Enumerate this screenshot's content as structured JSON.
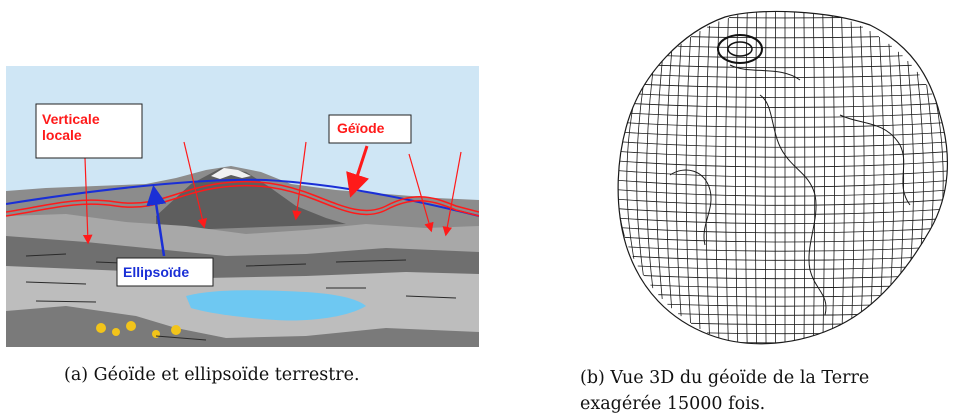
{
  "figure_a": {
    "labels": {
      "verticale_line1": "Verticale",
      "verticale_line2": "locale",
      "geoide": "Géïode",
      "ellipsoide": "Ellipsoïde"
    },
    "caption": "(a) Géoïde et ellipsoïde terrestre.",
    "colors": {
      "sky": "#cfe6f5",
      "geoid": "#ff1a1a",
      "ellipsoid": "#1a2fd6",
      "lake": "#6ec8f2"
    }
  },
  "figure_b": {
    "caption_line1": "(b) Vue 3D du géoïde de la Terre",
    "caption_line2": "exagérée 15000 fois."
  }
}
